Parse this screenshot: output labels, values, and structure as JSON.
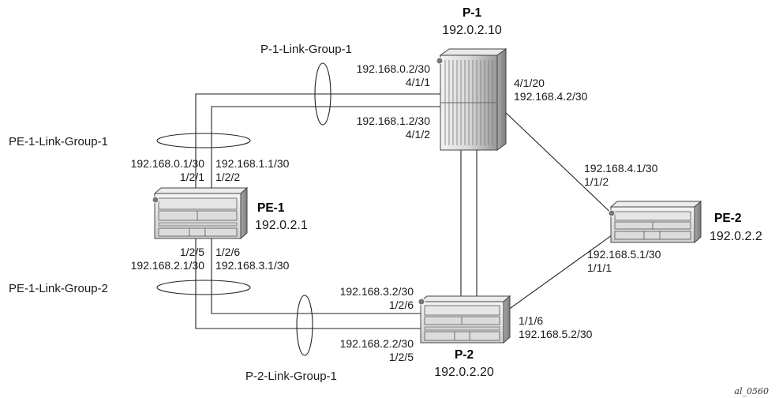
{
  "nodes": {
    "p1": {
      "name": "P-1",
      "system_ip": "192.0.2.10"
    },
    "p2": {
      "name": "P-2",
      "system_ip": "192.0.2.20"
    },
    "pe1": {
      "name": "PE-1",
      "system_ip": "192.0.2.1"
    },
    "pe2": {
      "name": "PE-2",
      "system_ip": "192.0.2.2"
    }
  },
  "link_groups": {
    "p1": "P-1-Link-Group-1",
    "pe1_1": "PE-1-Link-Group-1",
    "pe1_2": "PE-1-Link-Group-2",
    "p2": "P-2-Link-Group-1"
  },
  "interfaces": {
    "p1_a_ip": "192.168.0.2/30",
    "p1_a_port": "4/1/1",
    "p1_b_ip": "192.168.1.2/30",
    "p1_b_port": "4/1/2",
    "p1_c_port": "4/1/20",
    "p1_c_ip": "192.168.4.2/30",
    "pe1_a_ip": "192.168.0.1/30",
    "pe1_a_port": "1/2/1",
    "pe1_b_ip": "192.168.1.1/30",
    "pe1_b_port": "1/2/2",
    "pe1_c_port": "1/2/5",
    "pe1_c_ip": "192.168.2.1/30",
    "pe1_d_port": "1/2/6",
    "pe1_d_ip": "192.168.3.1/30",
    "pe2_a_ip": "192.168.4.1/30",
    "pe2_a_port": "1/1/2",
    "pe2_b_ip": "192.168.5.1/30",
    "pe2_b_port": "1/1/1",
    "p2_a_ip": "192.168.3.2/30",
    "p2_a_port": "1/2/6",
    "p2_b_ip": "192.168.2.2/30",
    "p2_b_port": "1/2/5",
    "p2_c_port": "1/1/6",
    "p2_c_ip": "192.168.5.2/30"
  },
  "figure_ref": "al_0560"
}
